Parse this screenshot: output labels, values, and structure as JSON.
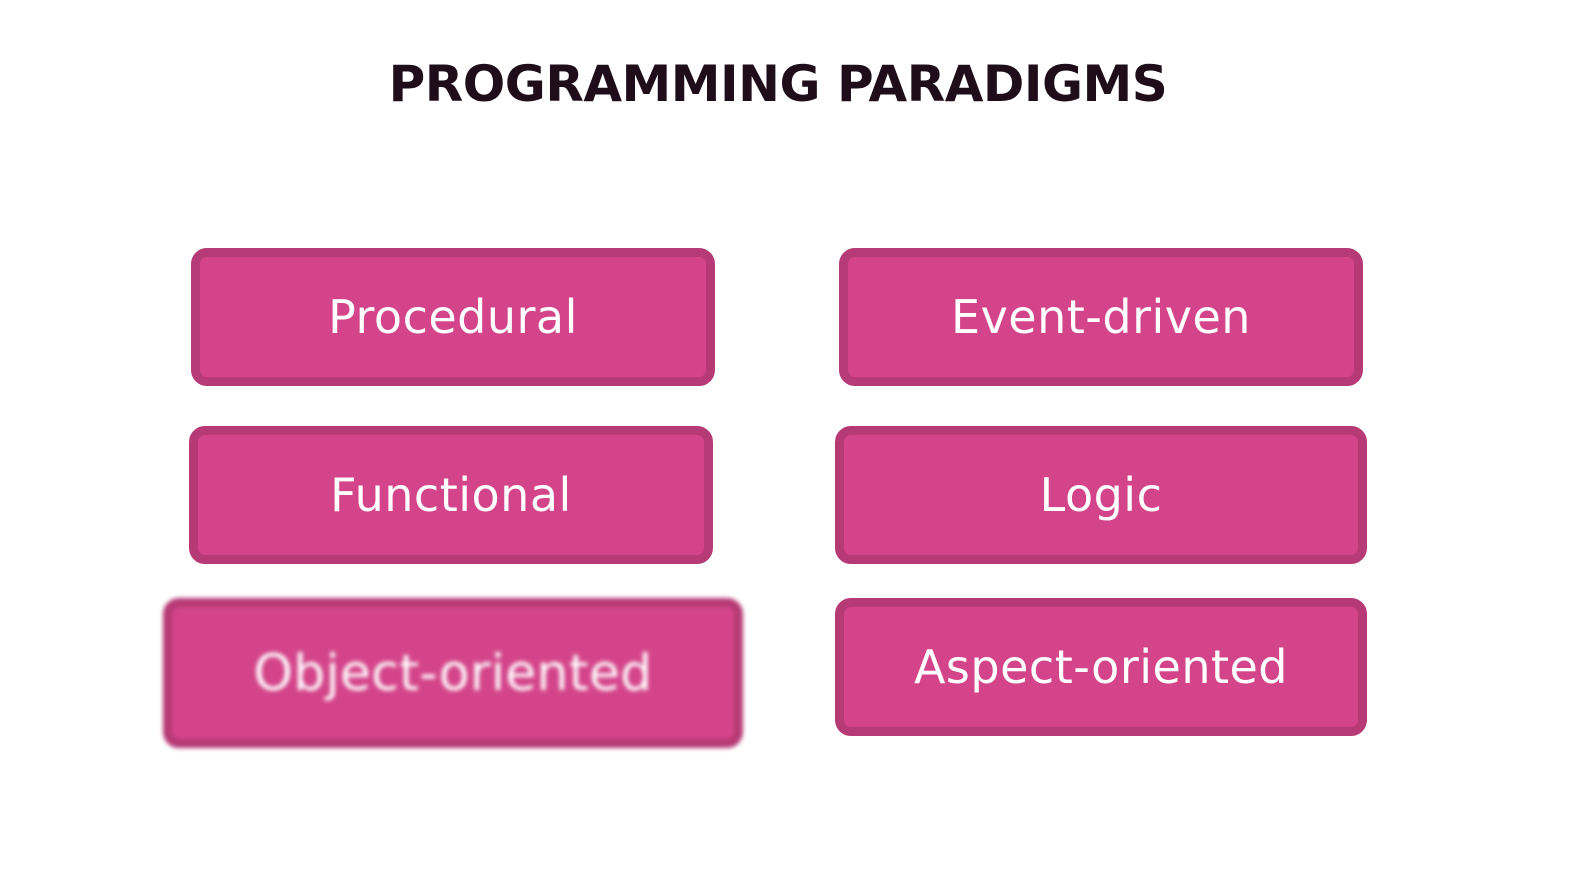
{
  "title": "PROGRAMMING PARADIGMS",
  "colors": {
    "card_fill": "#d4448a",
    "card_border": "#b63a76",
    "title_text": "#1f0e1a",
    "card_text": "#ffffff"
  },
  "paradigms": [
    {
      "label": "Procedural"
    },
    {
      "label": "Functional"
    },
    {
      "label": "Object-oriented"
    },
    {
      "label": "Event-driven"
    },
    {
      "label": "Logic"
    },
    {
      "label": "Aspect-oriented"
    }
  ]
}
